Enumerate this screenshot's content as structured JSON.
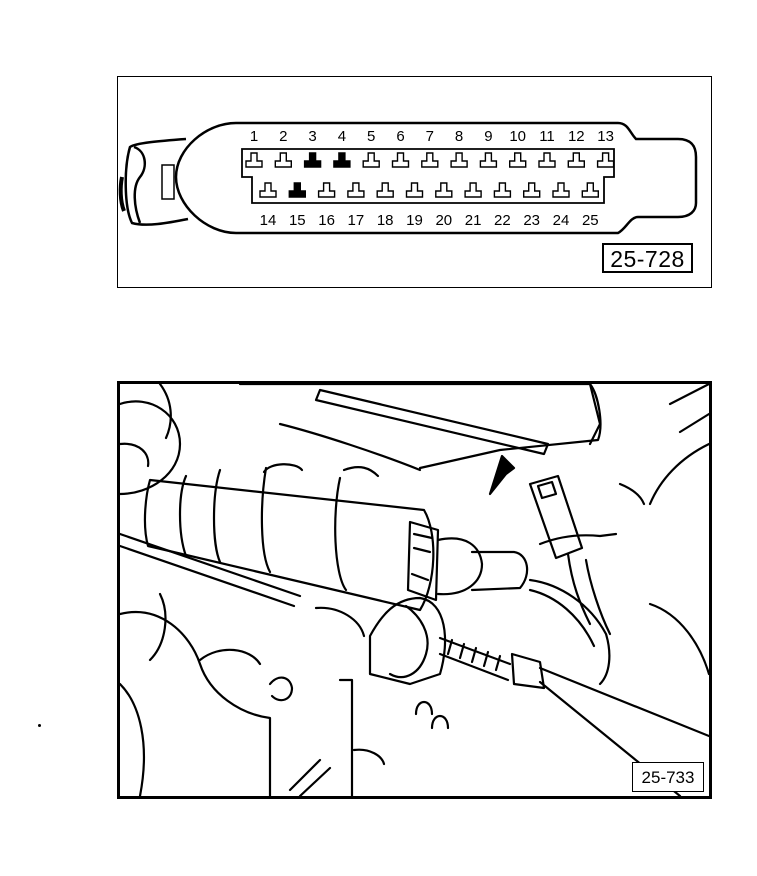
{
  "figures": {
    "connector": {
      "label": "25-728",
      "pins_top": [
        "1",
        "2",
        "3",
        "4",
        "5",
        "6",
        "7",
        "8",
        "9",
        "10",
        "11",
        "12",
        "13"
      ],
      "pins_bottom": [
        "14",
        "15",
        "16",
        "17",
        "18",
        "19",
        "20",
        "21",
        "22",
        "23",
        "24",
        "25"
      ],
      "filled_pins": [
        "3",
        "4",
        "15"
      ]
    },
    "engine": {
      "label": "25-733"
    }
  },
  "colors": {
    "ink": "#000000",
    "paper": "#ffffff"
  },
  "icons": {
    "pin_open": "terminal-open-icon",
    "pin_filled": "terminal-filled-icon",
    "pointer": "arrow-pointer-icon"
  }
}
